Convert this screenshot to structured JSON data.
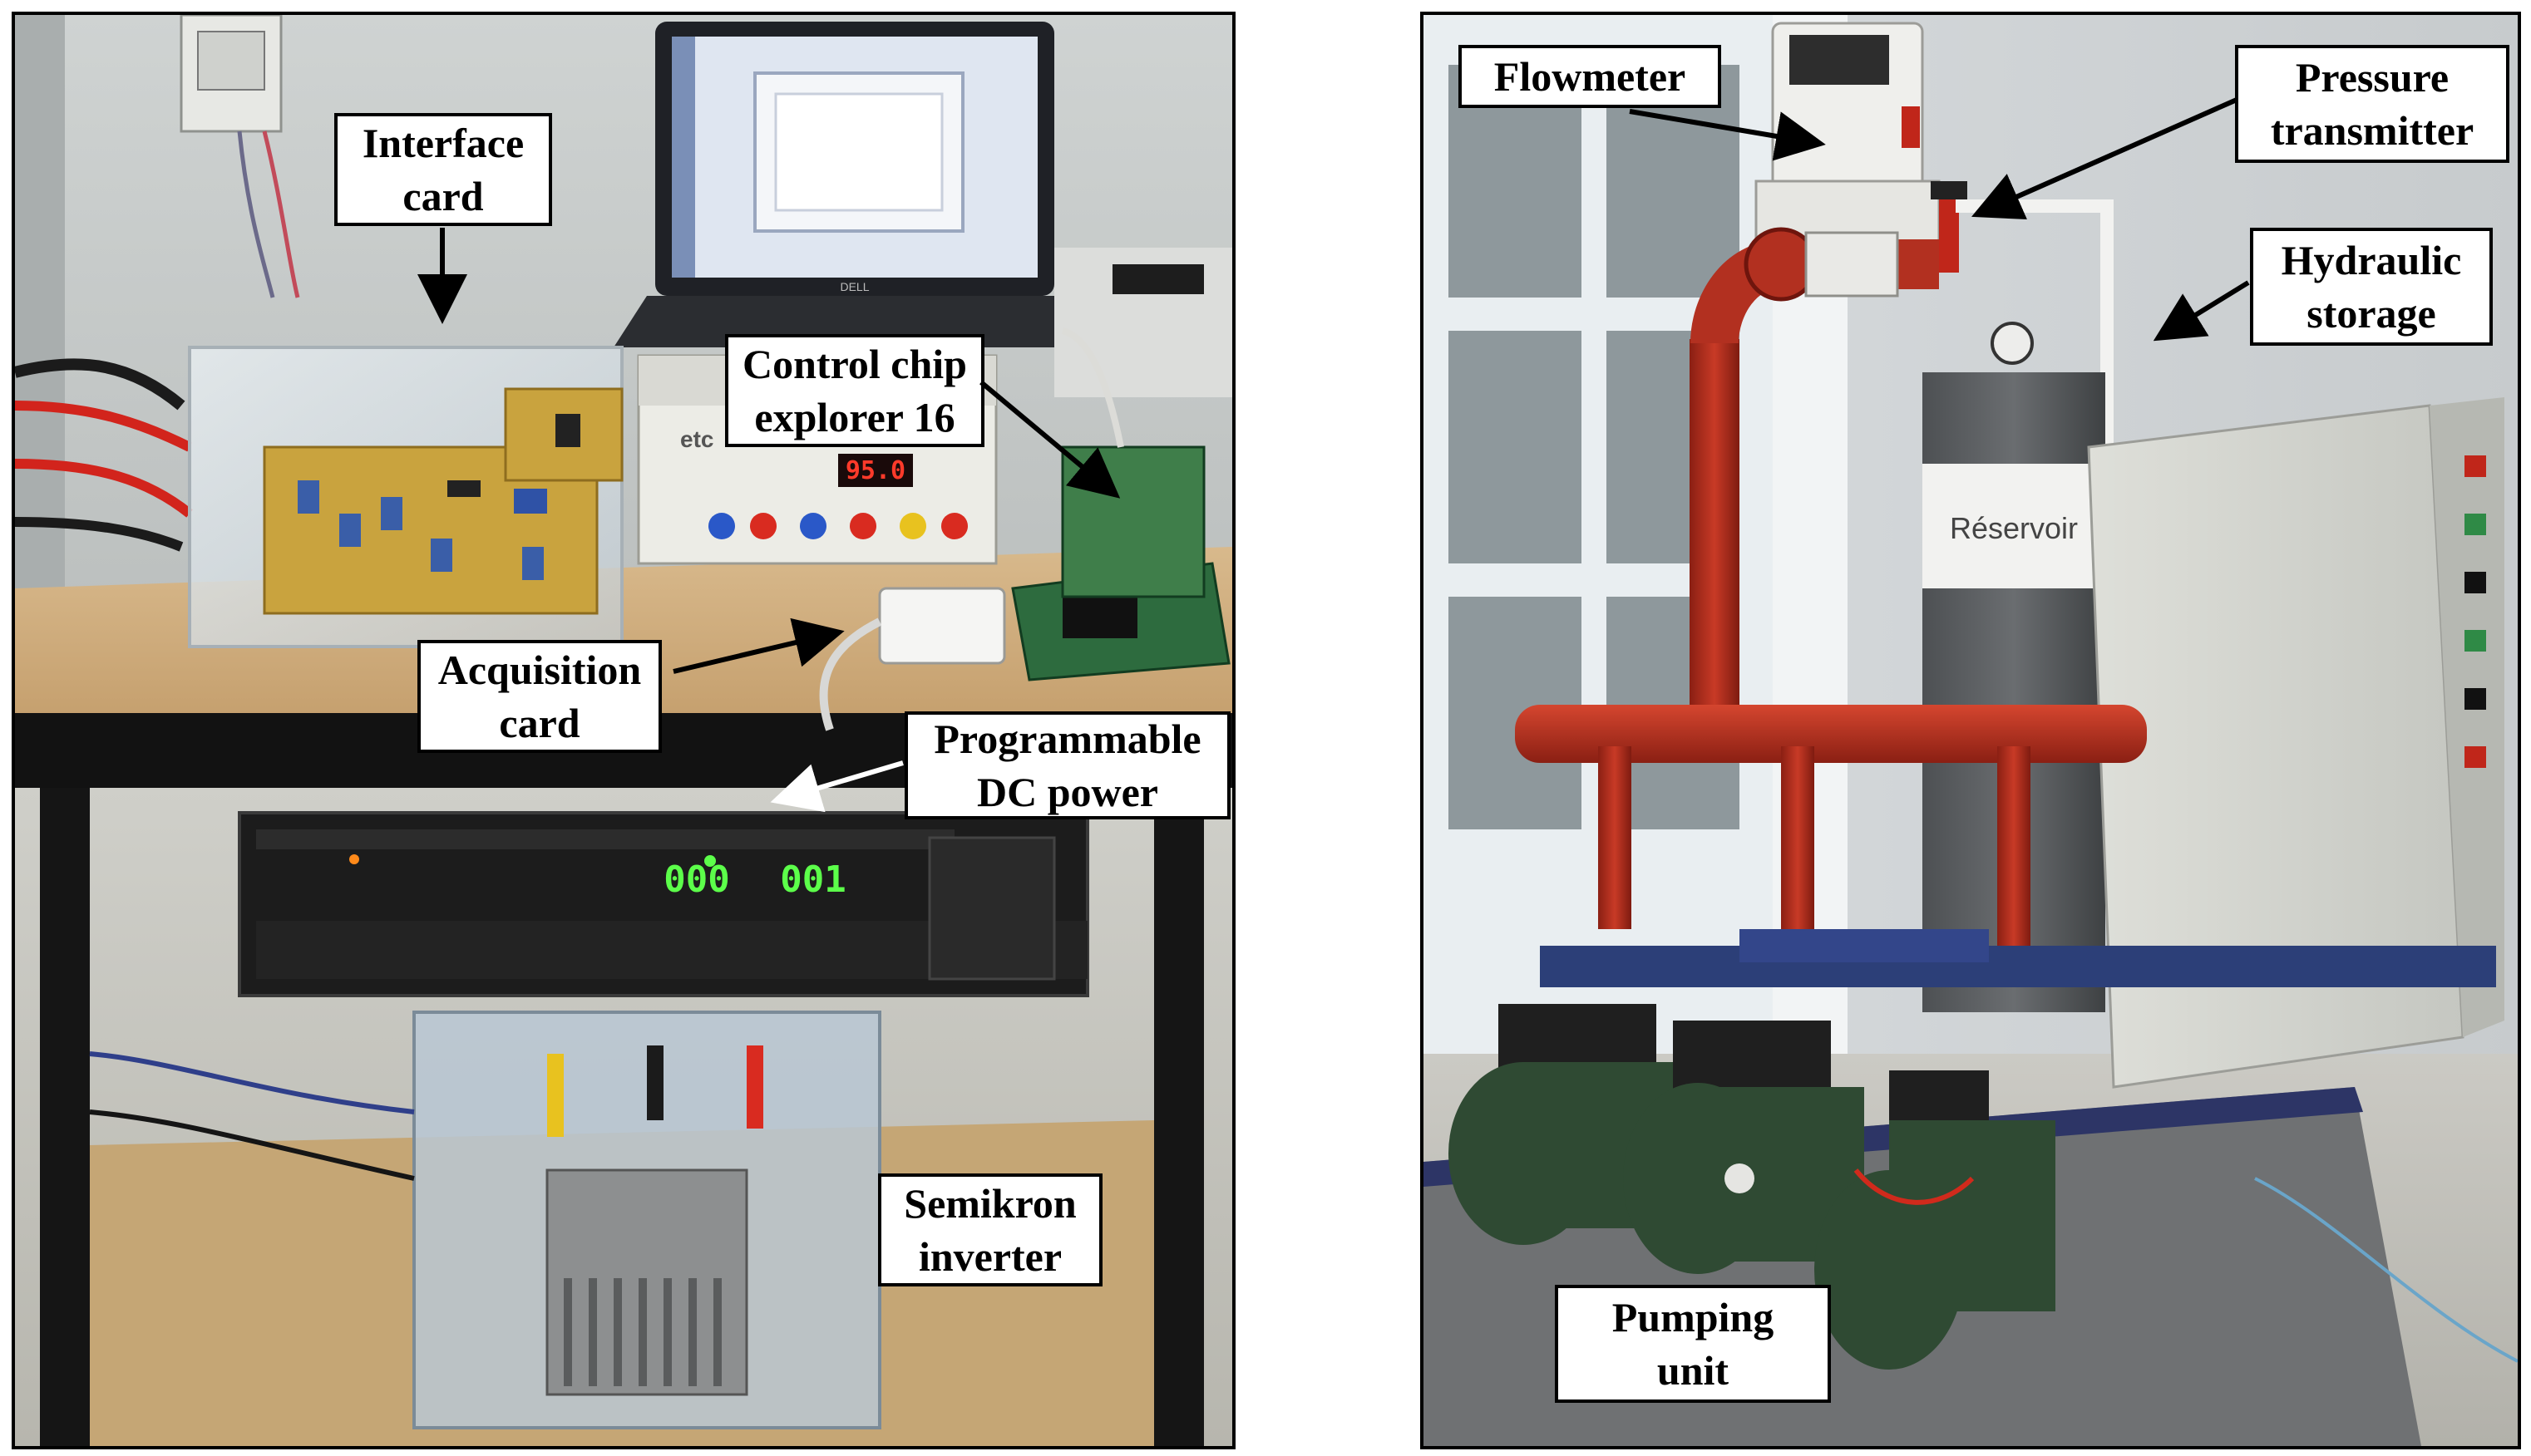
{
  "figure": {
    "left_panel": {
      "labels": {
        "interface_card": "Interface card",
        "control_chip": "Control chip explorer 16",
        "acquisition_card": "Acquisition card",
        "programmable_dc_power": "Programmable DC power",
        "semikron_inverter": "Semikron inverter"
      },
      "screen_readouts": {
        "bench_supply_display": "95.0",
        "dc_power_voltage": "000",
        "dc_power_current": "001",
        "laptop_brand": "DELL",
        "bench_supply_brand": "etc"
      }
    },
    "right_panel": {
      "labels": {
        "flowmeter": "Flowmeter",
        "pressure_transmitter": "Pressure transmitter",
        "hydraulic_storage": "Hydraulic storage",
        "pumping_unit": "Pumping unit"
      },
      "tank_text": "Réservoir"
    },
    "colors": {
      "pipe_red": "#b23020",
      "pump_green": "#2f4a33",
      "blue_pipe": "#2c3f78",
      "led_green": "#5cff4a",
      "led_red": "#ff3a2a",
      "label_border": "#000000"
    }
  }
}
